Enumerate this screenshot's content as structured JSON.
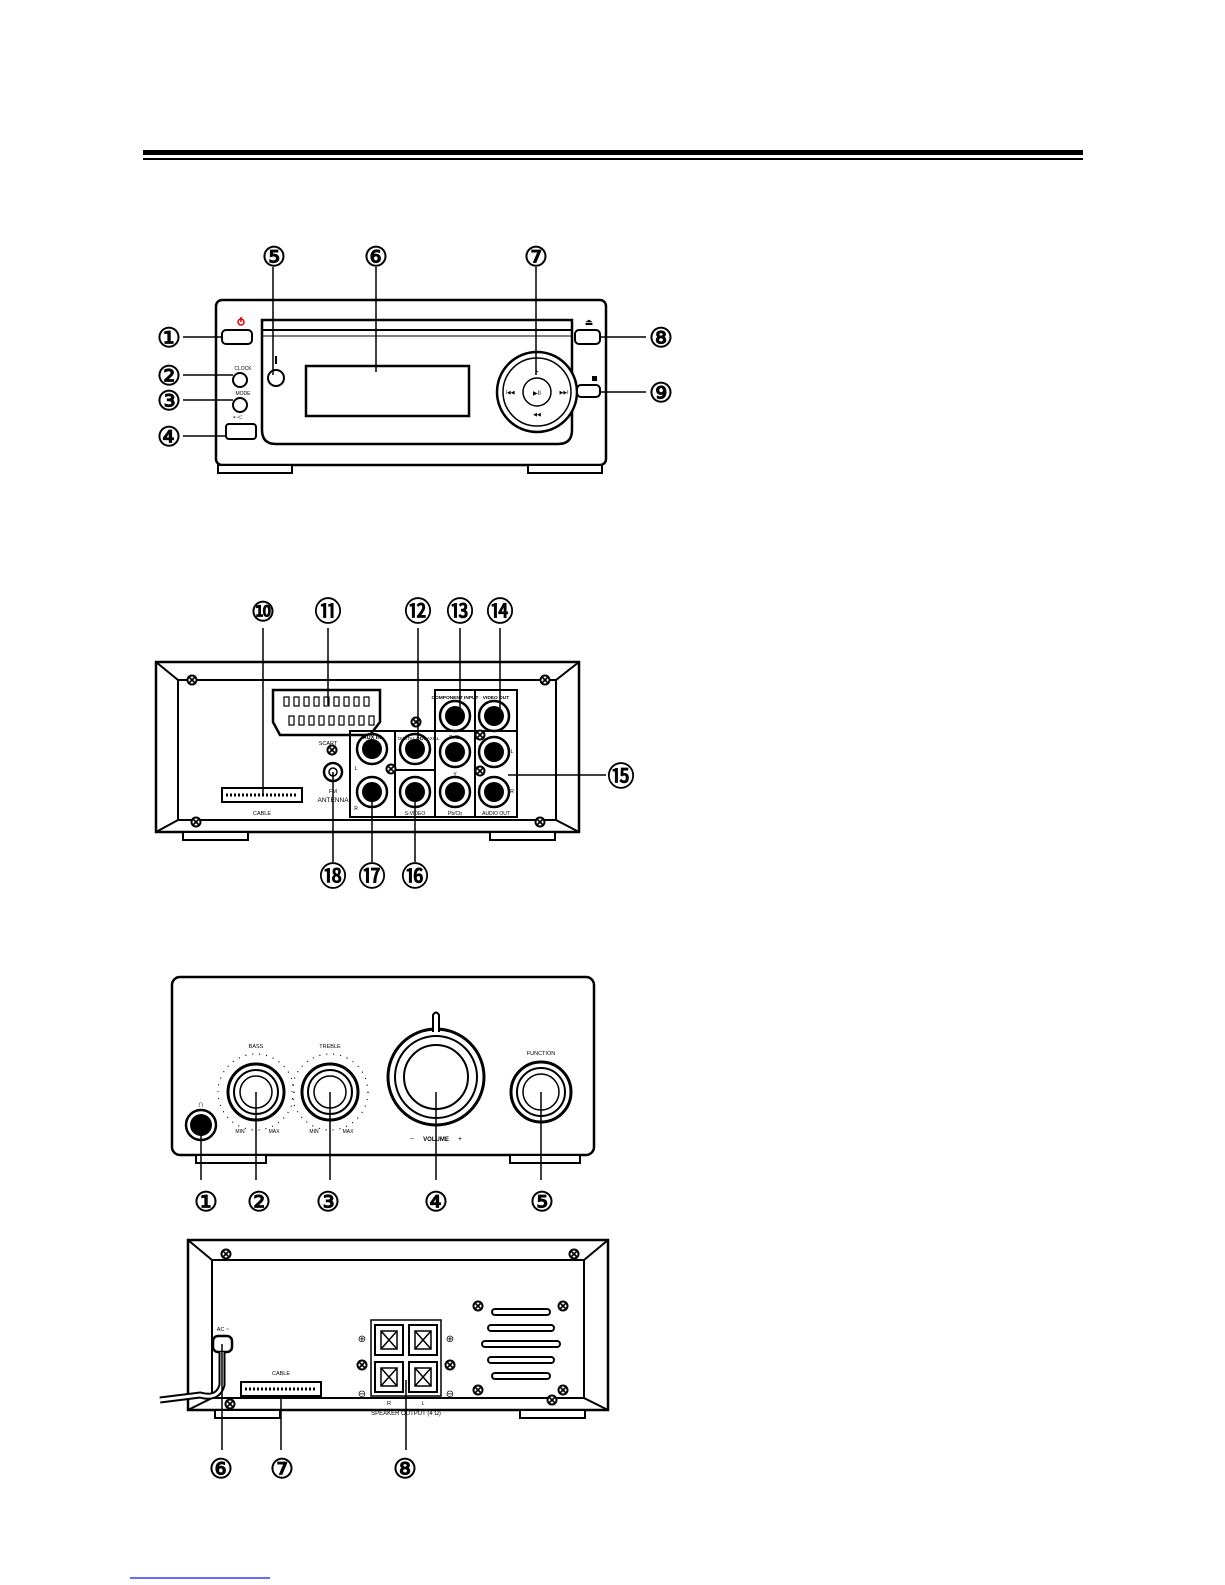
{
  "front_unit": {
    "callouts": [
      "①",
      "②",
      "③",
      "④",
      "⑤",
      "⑥",
      "⑦",
      "⑧",
      "⑨"
    ],
    "labels": {
      "clock": "CLOCK",
      "mode": "MODE"
    }
  },
  "rear_unit": {
    "callouts": [
      "⑩",
      "⑪",
      "⑫",
      "⑬",
      "⑭",
      "⑮",
      "⑯",
      "⑰",
      "⑱"
    ],
    "labels": {
      "scart": "SCART",
      "cable": "CABLE",
      "antenna_fm": "FM",
      "antenna": "ANTENNA",
      "aux_in": "AUX IN",
      "l": "L",
      "r": "R",
      "digital_out": "DIGITAL OUT",
      "coaxial": "COAXIAL",
      "component_input": "COMPONENT INPUT",
      "video_out": "VIDEO OUT",
      "pr_cr": "Pr/Cr",
      "y": "Y",
      "pb_cb": "Pb/Cb",
      "s_video": "S-VIDEO",
      "audio_out": "AUDIO OUT"
    }
  },
  "amp_front": {
    "callouts": [
      "①",
      "②",
      "③",
      "④",
      "⑤"
    ],
    "labels": {
      "bass": "BASS",
      "treble": "TREBLE",
      "min": "MIN",
      "max": "MAX",
      "volume": "VOLUME",
      "function": "FUNCTION",
      "minus": "−",
      "plus": "+"
    }
  },
  "amp_rear": {
    "callouts": [
      "⑥",
      "⑦",
      "⑧"
    ],
    "labels": {
      "ac": "AC ~",
      "cable": "CABLE",
      "r": "R",
      "l": "L",
      "speaker_output": "SPEAKER OUTPUT (4 Ω)"
    }
  }
}
